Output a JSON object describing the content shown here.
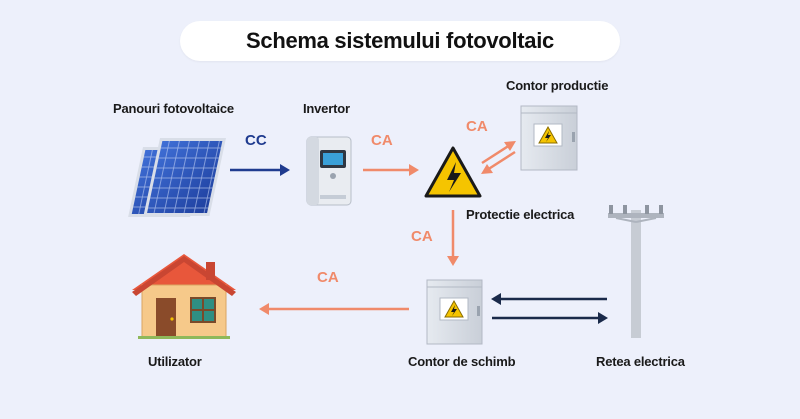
{
  "title": "Schema sistemului fotovoltaic",
  "labels": {
    "panels": "Panouri fotovoltaice",
    "inverter": "Invertor",
    "production_meter": "Contor productie",
    "protection": "Protectie electrica",
    "user": "Utilizator",
    "exchange_meter": "Contor de schimb",
    "grid": "Retea electrica"
  },
  "flows": {
    "panels_to_inverter": "CC",
    "inverter_to_protection": "CA",
    "protection_to_meter": "CA",
    "protection_to_exchange": "CA",
    "exchange_to_user": "CA"
  },
  "colors": {
    "background": "#edf0fb",
    "dc_arrow": "#1f3b8f",
    "ac_arrow": "#f08a6a",
    "grid_arrow": "#1a2a4a",
    "warning_yellow": "#f5c400"
  }
}
